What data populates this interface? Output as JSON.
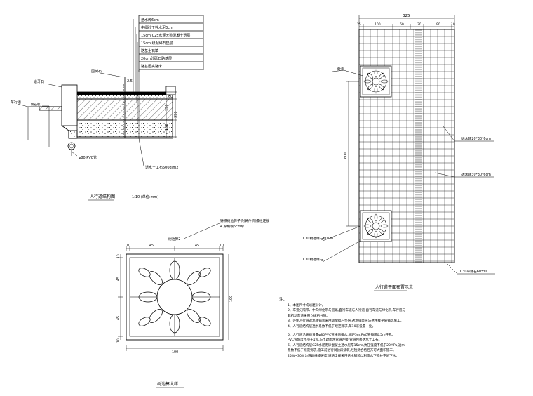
{
  "section": {
    "layers": [
      "透水砖6cm",
      "中细砂干拌水泥3cm",
      "15cm C25水泥无砂混凝土透层",
      "15cm 级配碎石垫层",
      "路基土石填",
      "20cm砂砾石路基层",
      "路基压实路床"
    ],
    "labels": {
      "curb": "道牙石",
      "tree_edge": "围树石",
      "drain_pipe": "φ80 PVC管",
      "geotextile": "透水土工布500g/m2",
      "left_edge": "车行道",
      "gutter": "侧石板",
      "dim_top": "2.5",
      "dim_60": "60",
      "dim_150_a": "150",
      "dim_150_b": "150",
      "dim_390": "390"
    },
    "title": "人行道结构图",
    "scale": "1:10 (单位:mm)"
  },
  "grate": {
    "labels": {
      "top_note_1": "铸铁树池箅子 附铸件 附螺栓连接",
      "top_note_2": "4 厚角钢5cm厚",
      "piece": "树池箅2",
      "d10_left": "10",
      "d45_a": "45",
      "d45_b": "45",
      "d10_right": "10",
      "v45_a": "45",
      "v45_b": "45",
      "v100": "100",
      "v10_top": "10",
      "v10_bot": "10",
      "bottom_dim": "100"
    },
    "title": "树池箅大样"
  },
  "plan": {
    "top_dims": {
      "total": "325",
      "a": "25",
      "b": "100",
      "c": "60",
      "d": "30",
      "e": "90",
      "f": "10"
    },
    "side_dim": "600",
    "labels": {
      "tree": "树池",
      "brick_a": "透水砖20*30*6cm",
      "brick_b": "透水砖30*30*6cm",
      "curb_a": "C30树池缘石60*30",
      "curb_b": "C30树池缘石",
      "curb_c": "C30平缘石60*30"
    },
    "title": "人行道平面布置示意"
  },
  "notes": {
    "heading": "注：",
    "lines": [
      "1、本图尺寸均以厘米计。",
      "2、车道分隔带、中央绿化带与道路,自行车道与人行道,自行车道与绿化带,车行道与",
      "    非机动车道采用立缘石分隔。",
      "3、外侧人行道透水砖铺装采用级配碎石垫层,透水铺装层与透水找平层铺筑施工。",
      "4、人行道结构层透水系数不低于规范要求,每10米设置一处。",
      "5、人行道沿路缘设置φ80PVC管横向排水,间距5m,PVC管每隔0.5m开孔。",
      "    PVC管坡度不小于1%,与市政雨水管道连接,管道包裹透水土工布。",
      "6、人行道结构层C25水泥无砂混凝土透水层厚15cm,抗压强度不低于20MPa,透水",
      "    系数不低于规范要求,施工前进行试验段铺筑,经检测合格后方可大面积施工。",
      "    25%~30%为道路横坡坡度,道路全线采用透水铺装以利雨水下渗补充地下水。"
    ]
  }
}
